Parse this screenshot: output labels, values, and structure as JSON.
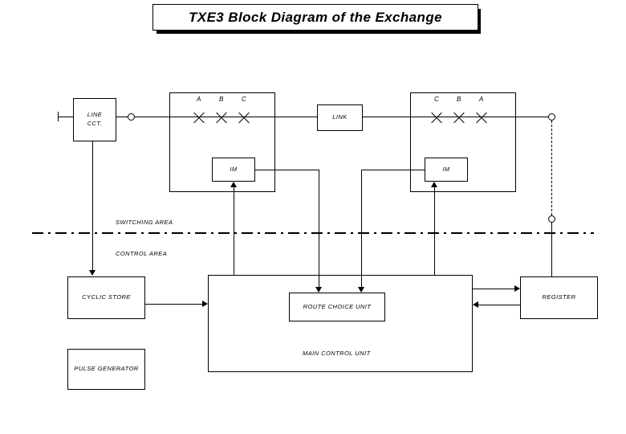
{
  "title": {
    "text": "TXE3 Block Diagram of the Exchange"
  },
  "areas": {
    "switching_label": "SWITCHING AREA",
    "control_label": "CONTROL AREA"
  },
  "blocks": {
    "line_cct": "LINE\nCCT.",
    "link": "LINK",
    "im_left": "IM",
    "im_right": "IM",
    "cyclic_store": "CYCLIC STORE",
    "pulse_generator": "PULSE GENERATOR",
    "main_control_unit": "MAIN CONTROL UNIT",
    "route_choice_unit": "ROUTE CHOICE UNIT",
    "register": "REGISTER"
  },
  "switch_left": {
    "stage_labels": [
      "A",
      "B",
      "C"
    ]
  },
  "switch_right": {
    "stage_labels": [
      "C",
      "B",
      "A"
    ]
  },
  "colors": {
    "line": "#000000",
    "background": "#ffffff",
    "title_shadow": "#000000"
  }
}
